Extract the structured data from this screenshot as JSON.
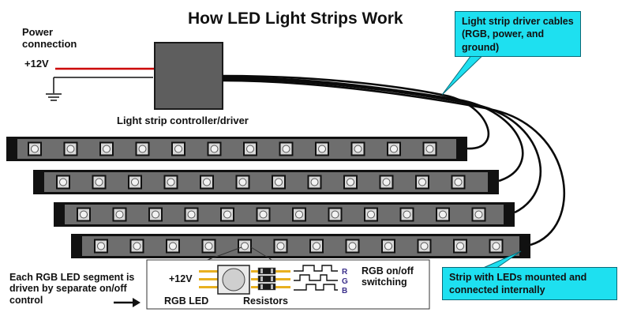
{
  "title": "How LED Light Strips Work",
  "power": {
    "label": "Power connection",
    "voltage": "+12V"
  },
  "controller": {
    "label": "Light strip controller/driver"
  },
  "callouts": {
    "cables": "Light strip driver cables (RGB, power, and ground)",
    "strip": "Strip with LEDs mounted and connected internally"
  },
  "left_note": "Each RGB LED segment is driven by separate on/off control",
  "inset": {
    "voltage": "+12V",
    "led_label": "RGB LED",
    "resistors_label": "Resistors",
    "channels": [
      "R",
      "G",
      "B"
    ],
    "switching_label": "RGB on/off switching"
  },
  "colors": {
    "callout": "#1ee0f0",
    "power_wire": "#cc0000",
    "strip_body": "#111111",
    "strip_face": "#6e6e6e",
    "led": "#d8d8d8",
    "channel_text": "#3a2e8a",
    "solder": "#e8b020"
  },
  "icons": [
    "ground-symbol-icon",
    "arrow-right-icon",
    "square-wave-icon"
  ]
}
